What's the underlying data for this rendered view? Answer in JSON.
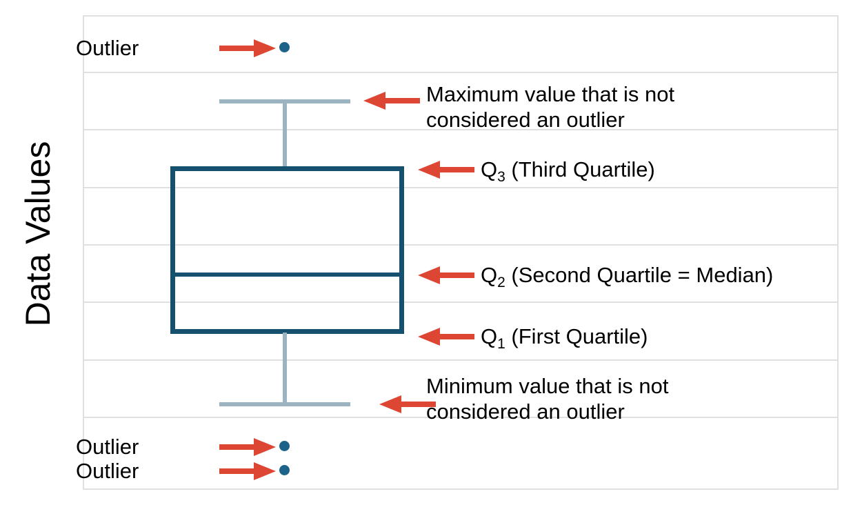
{
  "chart_data": {
    "type": "box",
    "title": "",
    "xlabel": "",
    "ylabel": "Data Values",
    "grid": true,
    "legend": "none",
    "yaxis_tick_labels": [],
    "box": {
      "q1_label": "Q1 (First Quartile)",
      "q2_label": "Q2 (Second Quartile = Median)",
      "q3_label": "Q3 (Third Quartile)",
      "whisker_max_label": "Maximum value that is not considered an outlier",
      "whisker_min_label": "Minimum value that is not considered an outlier"
    },
    "outliers": [
      {
        "label": "Outlier",
        "position": "above-maximum"
      },
      {
        "label": "Outlier",
        "position": "below-minimum"
      },
      {
        "label": "Outlier",
        "position": "below-minimum"
      }
    ]
  },
  "axis": {
    "y_title": "Data Values"
  },
  "annotations": {
    "outlier_top": "Outlier",
    "outlier_bottom_1": "Outlier",
    "outlier_bottom_2": "Outlier",
    "max_line_1": "Maximum value that is not",
    "max_line_2": "considered an outlier",
    "min_line_1": "Minimum value that is not",
    "min_line_2": "considered an outlier",
    "q3_letter": "Q",
    "q3_sub": "3",
    "q3_rest": " (Third Quartile)",
    "q2_letter": "Q",
    "q2_sub": "2",
    "q2_rest": " (Second Quartile = Median)",
    "q1_letter": "Q",
    "q1_sub": "1",
    "q1_rest": " (First Quartile)"
  },
  "colors": {
    "box_stroke": "#15516e",
    "whisker": "#9cb3c2",
    "outlier_dot": "#1d6389",
    "arrow": "#dc4632",
    "gridline": "#e0e0e0",
    "text": "#000000",
    "background": "#ffffff"
  }
}
